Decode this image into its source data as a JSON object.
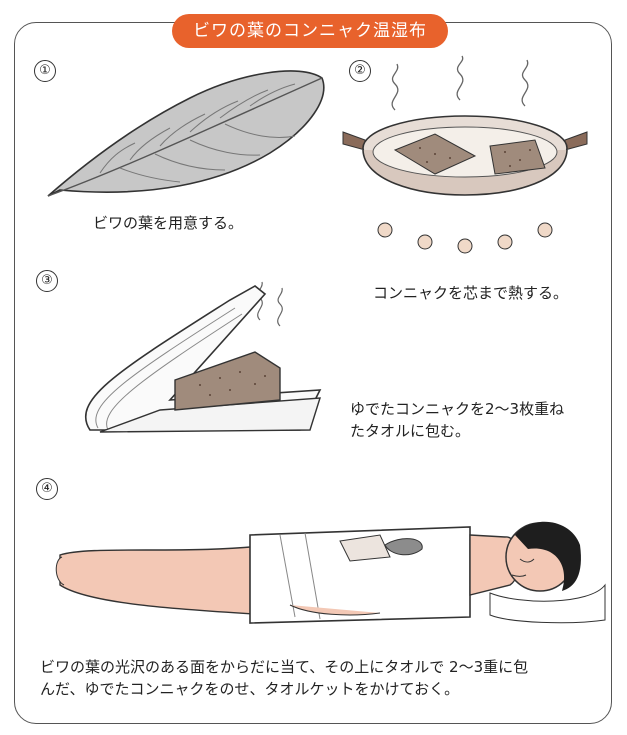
{
  "title": "ビワの葉のコンニャク温湿布",
  "steps": [
    {
      "number": "①",
      "caption": "ビワの葉を用意する。"
    },
    {
      "number": "②",
      "caption": "コンニャクを芯まで熱する。"
    },
    {
      "number": "③",
      "caption": "ゆでたコンニャクを2〜3枚重ね\nたタオルに包む。"
    },
    {
      "number": "④",
      "caption": "ビワの葉の光沢のある面をからだに当て、その上にタオルで 2〜3重に包\nんだ、ゆでたコンニャクをのせ、タオルケットをかけておく。"
    }
  ],
  "colors": {
    "accent": "#e8622c",
    "leaf": "#bdbdbd",
    "konnyaku": "#a08b7c",
    "skin": "#f3c8b5",
    "pot": "#c9b6aa"
  }
}
